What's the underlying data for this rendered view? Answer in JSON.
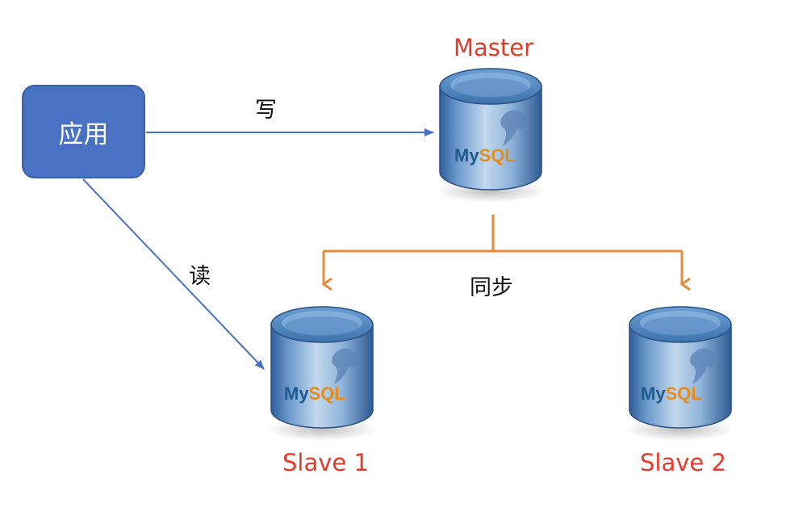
{
  "app": {
    "label": "应用"
  },
  "master": {
    "label": "Master"
  },
  "slaves": [
    {
      "label": "Slave 1"
    },
    {
      "label": "Slave 2"
    }
  ],
  "edges": {
    "write": "写",
    "read": "读",
    "sync": "同步"
  },
  "db_logo": {
    "my": "My",
    "sql": "SQL",
    "icon": "dolphin-icon"
  },
  "colors": {
    "app_fill": "#4a72c4",
    "blue_arrow": "#4a72c4",
    "orange_arrow": "#e58c3a",
    "red_label": "#e5392a",
    "logo_my": "#1f5a8f",
    "logo_sql": "#e58c1a"
  }
}
